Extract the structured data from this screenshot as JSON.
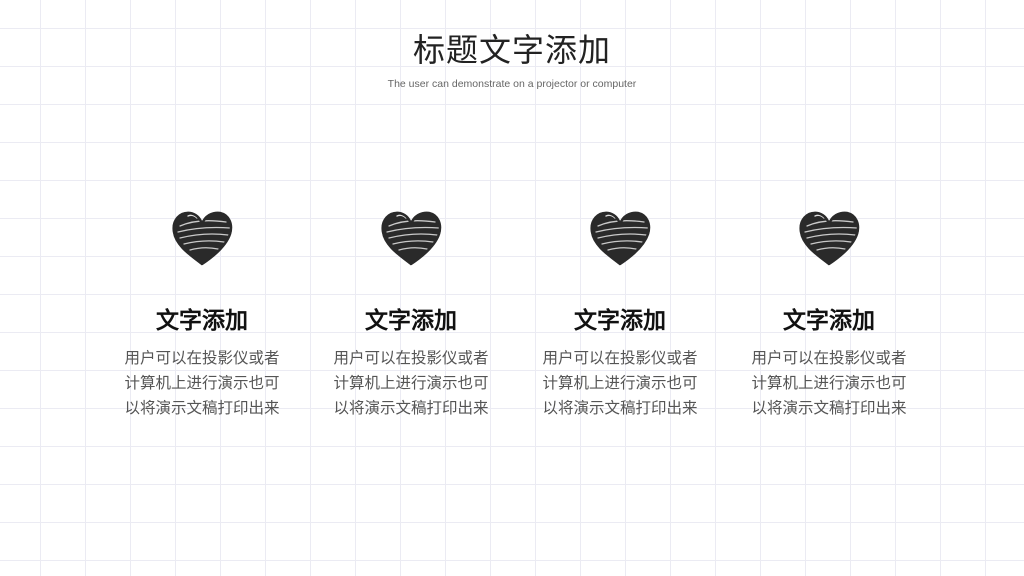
{
  "slide": {
    "title": "标题文字添加",
    "subtitle": "The user can demonstrate on a projector or computer",
    "cards": [
      {
        "icon": "heart-scribble-icon",
        "title": "文字添加",
        "body": "用户可以在投影仪或者\n计算机上进行演示也可\n以将演示文稿打印出来"
      },
      {
        "icon": "heart-scribble-icon",
        "title": "文字添加",
        "body": "用户可以在投影仪或者\n计算机上进行演示也可\n以将演示文稿打印出来"
      },
      {
        "icon": "heart-scribble-icon",
        "title": "文字添加",
        "body": "用户可以在投影仪或者\n计算机上进行演示也可\n以将演示文稿打印出来"
      },
      {
        "icon": "heart-scribble-icon",
        "title": "文字添加",
        "body": "用户可以在投影仪或者\n计算机上进行演示也可\n以将演示文稿打印出来"
      }
    ]
  },
  "colors": {
    "background": "#ffffff",
    "grid": "#ebebf3",
    "heart": "#2a2a2a",
    "title": "#222222",
    "body": "#555555"
  }
}
